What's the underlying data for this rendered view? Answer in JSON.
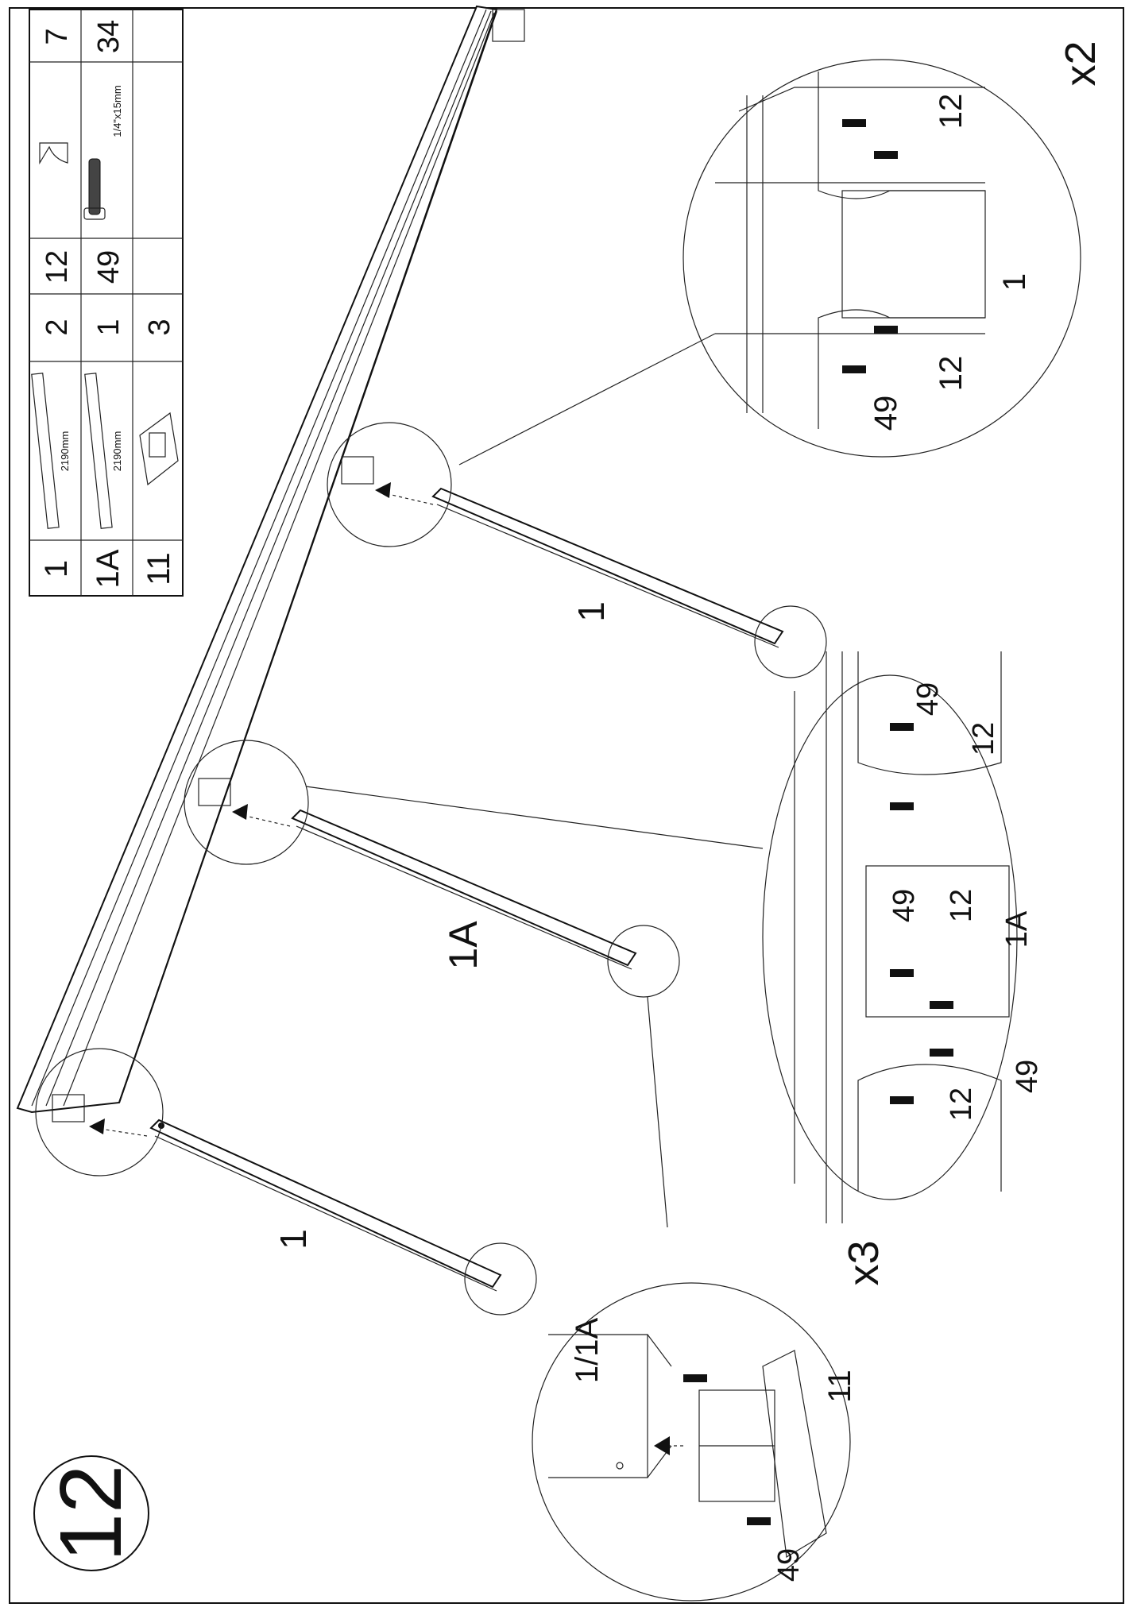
{
  "step": {
    "number": "12"
  },
  "parts_table": {
    "rows": [
      {
        "id": "1",
        "spec": "2190mm",
        "qty": "2"
      },
      {
        "id": "1A",
        "spec": "2190mm",
        "qty": "1"
      },
      {
        "id": "11",
        "spec": "",
        "qty": "3"
      },
      {
        "id": "12",
        "spec": "",
        "qty": "7"
      },
      {
        "id": "49",
        "spec": "1/4\"x15mm",
        "qty": "34"
      }
    ]
  },
  "labels": {
    "leg_left": "1",
    "leg_center": "1A",
    "leg_right": "1",
    "detail_right_multiplier": "x2",
    "detail_bottom_multiplier": "x3",
    "detail_right": {
      "bracket_a": "12",
      "bracket_b": "12",
      "post": "1",
      "bolt": "49"
    },
    "detail_center": {
      "bolt_a": "49",
      "bracket_a": "12",
      "bolt_b": "49",
      "bracket_b": "12",
      "post": "1A",
      "bracket_c": "12",
      "bolt_c": "49"
    },
    "detail_bottom": {
      "post": "1/1A",
      "base": "11",
      "bolt": "49"
    }
  },
  "colors": {
    "line": "#111111",
    "background": "#ffffff"
  }
}
